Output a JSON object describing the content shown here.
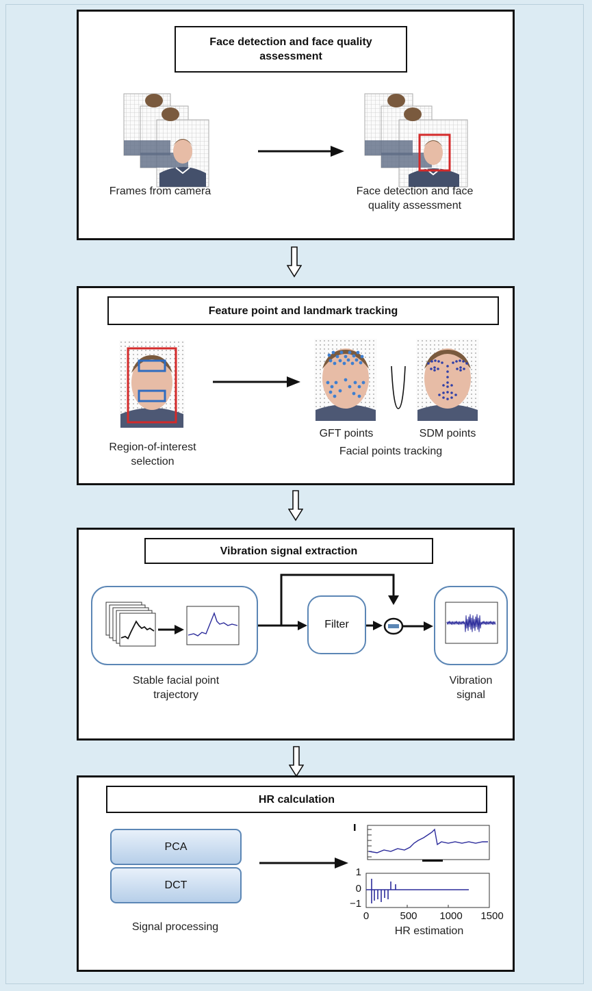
{
  "stage1": {
    "title_line1": "Face detection and face quality",
    "title_line2": "assessment",
    "left_caption": "Frames from camera",
    "right_caption_line1": "Face detection and face",
    "right_caption_line2": "quality assessment"
  },
  "stage2": {
    "title": "Feature point and landmark tracking",
    "roi_caption_line1": "Region-of-interest",
    "roi_caption_line2": "selection",
    "gft_label": "GFT points",
    "sdm_label": "SDM points",
    "tracking_caption": "Facial points tracking"
  },
  "stage3": {
    "title": "Vibration signal extraction",
    "filter_label": "Filter",
    "traj_caption_line1": "Stable facial point",
    "traj_caption_line2": "trajectory",
    "vib_caption_line1": "Vibration",
    "vib_caption_line2": "signal"
  },
  "stage4": {
    "title": "HR calculation",
    "pca_label": "PCA",
    "dct_label": "DCT",
    "processing_caption": "Signal processing",
    "estimation_caption": "HR estimation",
    "ytick_top": "1",
    "ytick_mid": "0",
    "ytick_bot": "−1",
    "xticks": [
      "0",
      "500",
      "1000",
      "1500"
    ]
  },
  "colors": {
    "background": "#dcebf3",
    "face_box": "#d42a2a",
    "roi_box": "#2f6cc0",
    "rounded_box_border": "#5b86b5",
    "signal_line": "#2a2a9a",
    "button_fill_top": "#e8f0fa",
    "button_fill_bottom": "#b7cfe9"
  },
  "icons": [
    "face-photo-stack",
    "red-face-box",
    "roi-blue-box",
    "gft-point-cloud",
    "sdm-landmarks",
    "subtract-node",
    "signal-plot",
    "down-arrow"
  ]
}
